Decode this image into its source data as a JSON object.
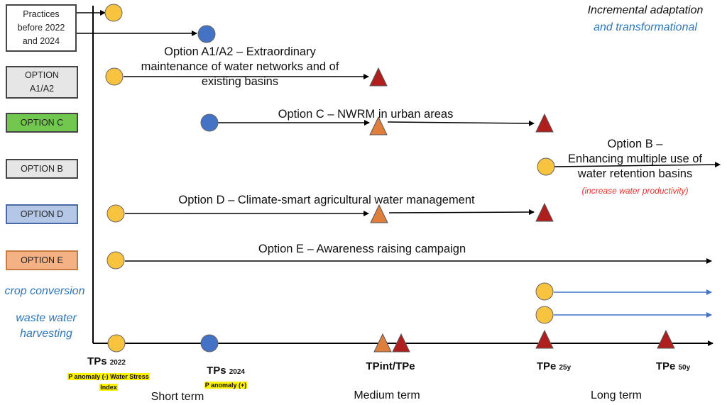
{
  "header": {
    "incremental": "Incremental adaptation",
    "transformational": "and transformational"
  },
  "boxes": {
    "practices": "Practices\nbefore 2022\nand 2024",
    "option_a": "OPTION\nA1/A2",
    "option_c": "OPTION C",
    "option_b": "OPTION B",
    "option_d": "OPTION D",
    "option_e": "OPTION E"
  },
  "side_labels": {
    "crop_conversion": "crop conversion",
    "waste_water": "waste water\nharvesting"
  },
  "pathways": {
    "option_a": "Option A1/A2 – Extraordinary\nmaintenance of water networks and of\nexisting basins",
    "option_c": "Option C  – NWRM in urban areas",
    "option_b": "Option B –\nEnhancing multiple use of\nwater retention basins",
    "option_b_note": "(increase water productivity)",
    "option_d": "Option D – Climate-smart agricultural water management",
    "option_e": "Option E – Awareness raising campaign"
  },
  "timeline": {
    "tps2022_main": "TPs",
    "tps2022_sub": "2022",
    "tps2022_note1": "P anomaly (-) Water Stress",
    "tps2022_note2": "Index",
    "tps2024_main": "TPs",
    "tps2024_sub": "2024",
    "tps2024_note": "P anomaly (+)",
    "tpint": "TPint/TPe",
    "tpe25_main": "TPe",
    "tpe25_sub": "25y",
    "tpe50_main": "TPe",
    "tpe50_sub": "50y"
  },
  "terms": {
    "short": "Short term",
    "medium": "Medium term",
    "long": "Long term"
  },
  "colors": {
    "yellow": "#f8c440",
    "blue_circle": "#4472c4",
    "orange": "#e07f3c",
    "dark_red": "#b01e1e",
    "green_box": "#72c74f",
    "grey_box": "#e6e6e6",
    "blue_box": "#b4c7e7",
    "orange_box": "#f4b183",
    "blue_text": "#2e75b6",
    "highlight": "#fff200"
  }
}
